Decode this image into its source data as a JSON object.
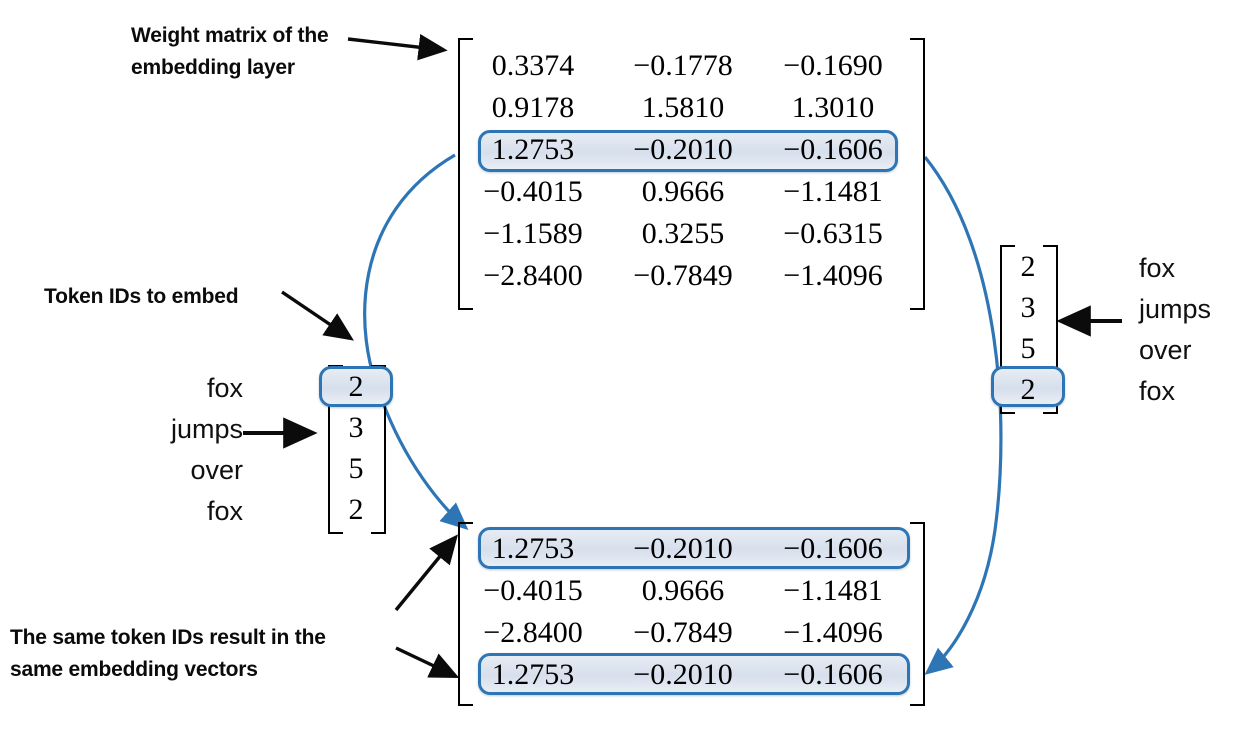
{
  "diagram": {
    "title_role": "token-embedding-lookup-diagram",
    "accent_color": "#2e75b6",
    "highlight_fill": "#dde4ee",
    "arrow_color": "#000000",
    "curve_color": "#2e75b6"
  },
  "labels": {
    "weight_matrix": "Weight matrix of the\nembedding layer",
    "token_ids": "Token IDs to embed",
    "same_ids": "The same token IDs result in the\nsame embedding vectors"
  },
  "weight_matrix": {
    "name": "embedding-weight-matrix",
    "rows": [
      [
        "0.3374",
        "−0.1778",
        "−0.1690"
      ],
      [
        "0.9178",
        "1.5810",
        "1.3010"
      ],
      [
        "1.2753",
        "−0.2010",
        "−0.1606"
      ],
      [
        "−0.4015",
        "0.9666",
        "−1.1481"
      ],
      [
        "−1.1589",
        "0.3255",
        "−0.6315"
      ],
      [
        "−2.8400",
        "−0.7849",
        "−1.4096"
      ]
    ],
    "highlighted_rows": [
      2
    ]
  },
  "output_matrix": {
    "name": "embedding-output-matrix",
    "rows": [
      [
        "1.2753",
        "−0.2010",
        "−0.1606"
      ],
      [
        "−0.4015",
        "0.9666",
        "−1.1481"
      ],
      [
        "−2.8400",
        "−0.7849",
        "−1.4096"
      ],
      [
        "1.2753",
        "−0.2010",
        "−0.1606"
      ]
    ],
    "highlighted_rows": [
      0,
      3
    ]
  },
  "left_tokens": {
    "name": "input-token-id-column",
    "words": [
      "fox",
      "jumps",
      "over",
      "fox"
    ],
    "ids": [
      "2",
      "3",
      "5",
      "2"
    ],
    "highlighted_index": 0
  },
  "right_tokens": {
    "name": "repeat-token-id-column",
    "words": [
      "fox",
      "jumps",
      "over",
      "fox"
    ],
    "ids": [
      "2",
      "3",
      "5",
      "2"
    ],
    "highlighted_index": 3
  }
}
